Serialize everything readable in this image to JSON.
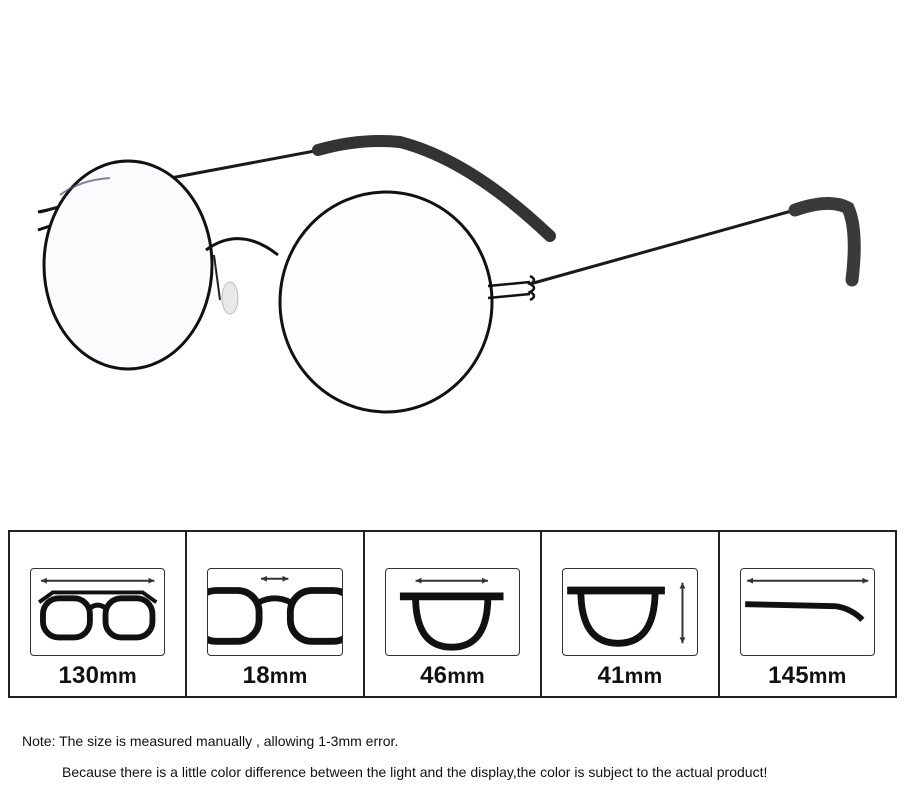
{
  "photo": {
    "subject": "round-wire-eyeglasses-photo",
    "frame_color": "#1a1a1a",
    "temple_tip_color": "#3a3a3a"
  },
  "specs": [
    {
      "icon": "total-width-icon",
      "value": "130",
      "unit": "mm"
    },
    {
      "icon": "bridge-width-icon",
      "value": "18",
      "unit": "mm"
    },
    {
      "icon": "lens-width-icon",
      "value": "46",
      "unit": "mm"
    },
    {
      "icon": "lens-height-icon",
      "value": "41",
      "unit": "mm"
    },
    {
      "icon": "temple-length-icon",
      "value": "145",
      "unit": "mm"
    }
  ],
  "notes": {
    "line1": "Note: The size is measured manually , allowing 1-3mm error.",
    "line2": "Because there is a little color difference between the light and the display,the color is subject to the actual product!"
  }
}
